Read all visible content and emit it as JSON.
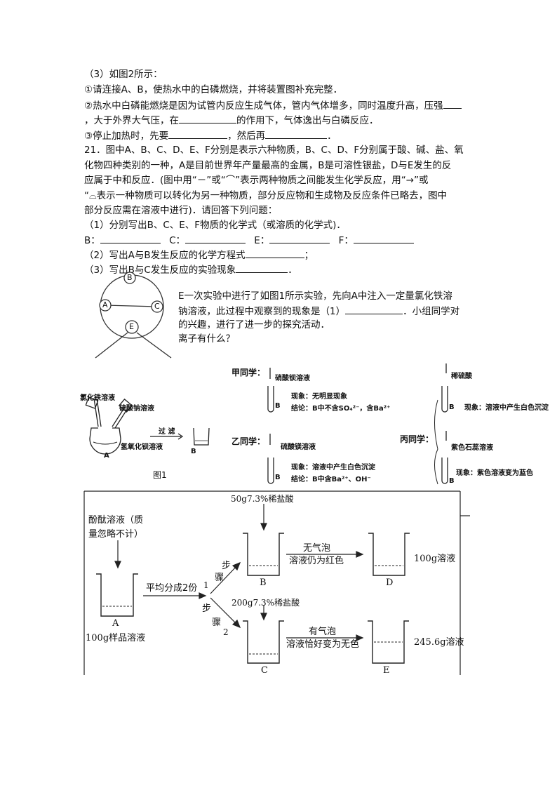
{
  "q3": {
    "heading": "（3）如图2所示：",
    "step1": "①请连接A、B，使热水中的白磷燃烧，并将装置图补充完整．",
    "step2a": "②热水中白磷能燃烧是因为试管内反应生成气体，管内气体增多，同时温度升高，压强",
    "step2b_pre": "，大于外界大气压，在",
    "step2b_post": "的作用下，气体逸出与白磷反应．",
    "step3_pre": "③停止加热时，先要",
    "step3_mid": "，然后再",
    "step3_end": "．"
  },
  "q21": {
    "line1": "21．图中A、B、C、D、E、F分别是表示六种物质，B、C、D、F分别属于酸、碱、盐、氧",
    "line2": "化物四种类别的一种，A是目前世界年产量最高的金属，B是可溶性银盐，D与E发生的反",
    "line3": "应属于中和反应．(图中用“－”或“⌒”表示两种物质之间能发生化学反应，用“→”或",
    "line4": "“⌓表示一种物质可以转化为另一种物质，部分反应物和生成物及反应条件已略去，图中",
    "line5": "部分反应需在溶液中进行)．请回答下列问题：",
    "sub1": "（1）分别写出B、C、E、F物质的化学式（或溶质的化学式)．",
    "ans_b": "B：",
    "ans_c": "C：",
    "ans_e": "E：",
    "ans_f": "F：",
    "sub2_pre": "（2）写出A与B发生反应的化学方程式",
    "sub2_end": "；",
    "sub3_pre": "（3）写出B与C发生反应的实验现象",
    "sub3_end": "．"
  },
  "circle_labels": {
    "a": "A",
    "b": "B",
    "c": "C",
    "e": "E"
  },
  "q22": {
    "line1": "E一次实验中进行了如图1所示实验，先向A中注入一定量氯化铁溶",
    "line2_pre": "钠溶液，此过程中观察到的现象是（1）",
    "line2_post": "．小组同学对",
    "line3": "的兴趣，进行了进一步的探究活动．",
    "line4": "离子有什么？"
  },
  "fig1": {
    "reagent_left": "氯化铁溶液",
    "reagent_right": "硫酸钠溶液",
    "flask_content": "氢氧化钡溶液",
    "flask_label": "A",
    "arrow_label": "过 滤",
    "beaker_label": "B",
    "caption": "图1",
    "jia": {
      "name": "甲同学：",
      "reagent": "硝酸钡溶液",
      "tube_label": "B",
      "phenomenon": "现象：无明显现象",
      "conclusion": "结论：B中不含SO₄²⁻，含Ba²⁺"
    },
    "yi": {
      "name": "乙同学：",
      "reagent": "硫酸镁溶液",
      "tube_label": "B",
      "phenomenon": "现象：溶液中产生白色沉淀",
      "conclusion": "结论：B中含Ba²⁺、OH⁻"
    },
    "bing": {
      "name": "丙同学：",
      "reagent1": "稀硫酸",
      "phenomenon1": "现象：溶液中产生白色沉淀",
      "reagent2": "紫色石蕊溶液",
      "phenomenon2": "现象：紫色溶液变为蓝色",
      "tube_label": "B"
    }
  },
  "fig2": {
    "top_acid": "50g7.3%稀盐酸",
    "indicator": "酚酞溶液（质",
    "indicator2": "量忽略不计）",
    "split": "平均分成2份",
    "step1_a": "步",
    "step1_b": "骤",
    "step1_c": "1",
    "step2_a": "步",
    "step2_b": "骤",
    "step2_c": "2",
    "acid2": "200g7.3%稀盐酸",
    "no_gas": "无气泡",
    "still_red": "溶液仍为红色",
    "has_gas": "有气泡",
    "colorless": "溶液恰好变为无色",
    "beaker_a": "A",
    "beaker_b": "B",
    "beaker_c": "C",
    "beaker_d": "D",
    "beaker_e": "E",
    "sample": "100g样品溶液",
    "d_mass": "100g溶液",
    "e_mass": "245.6g溶液"
  }
}
